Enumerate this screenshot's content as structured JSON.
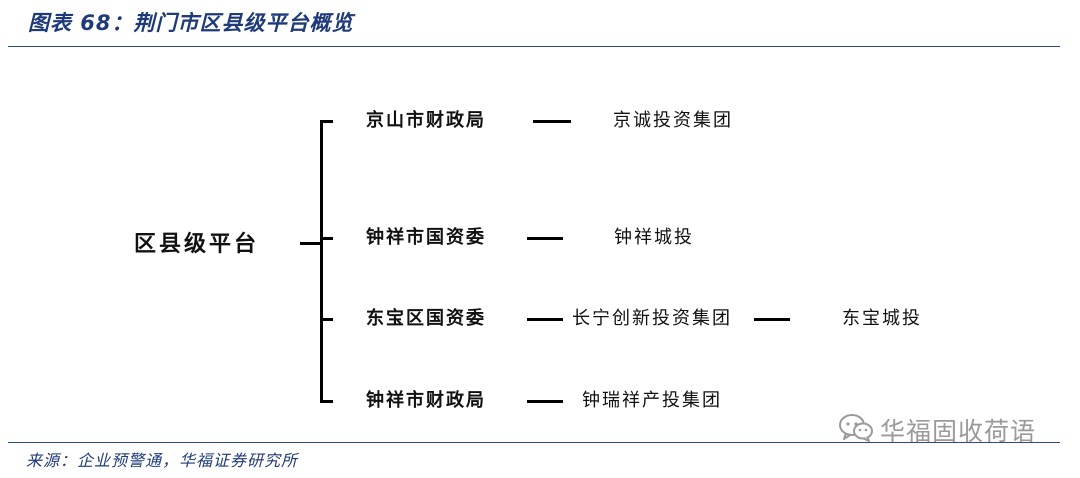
{
  "header": {
    "title": "图表 68：荆门市区县级平台概览"
  },
  "footer": {
    "source": "来源：企业预警通，华福证券研究所"
  },
  "watermark": {
    "icon": "wechat-icon",
    "text": "华福固收荷语"
  },
  "diagram": {
    "root": "区县级平台",
    "branches": [
      {
        "authority": "京山市财政局",
        "platforms": [
          "京诚投资集团"
        ]
      },
      {
        "authority": "钟祥市国资委",
        "platforms": [
          "钟祥城投"
        ]
      },
      {
        "authority": "东宝区国资委",
        "platforms": [
          "长宁创新投资集团",
          "东宝城投"
        ]
      },
      {
        "authority": "钟祥市财政局",
        "platforms": [
          "钟瑞祥产投集团"
        ]
      }
    ]
  }
}
